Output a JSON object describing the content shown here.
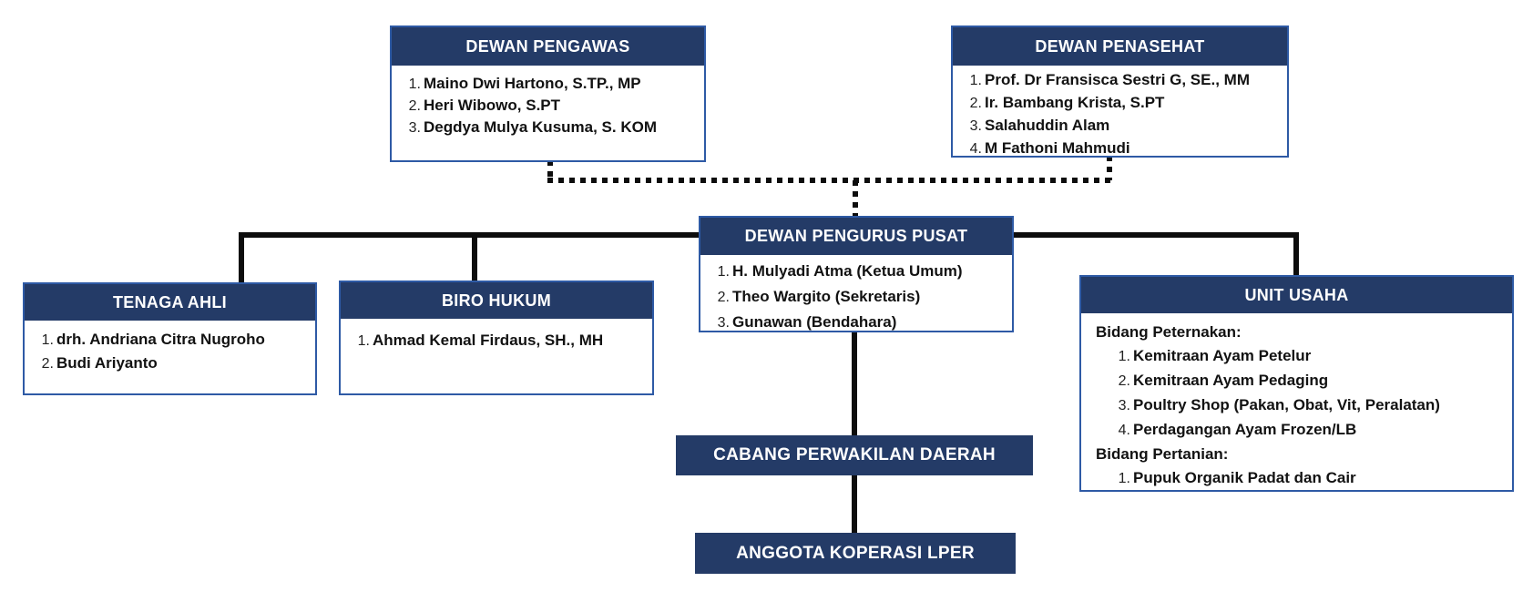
{
  "colors": {
    "header_navy": "#243B67",
    "box_border_blue": "#2E5AA5",
    "connector_black": "#0D0D0D",
    "header_text": "#FFFFFF",
    "body_text": "#121212",
    "background": "#FFFFFF"
  },
  "org": {
    "dewan_pengawas": {
      "title": "DEWAN PENGAWAS",
      "members": [
        "Maino Dwi Hartono, S.TP., MP",
        "Heri Wibowo, S.PT",
        "Degdya Mulya Kusuma, S. KOM"
      ]
    },
    "dewan_penasehat": {
      "title": "DEWAN PENASEHAT",
      "members": [
        "Prof. Dr Fransisca Sestri G, SE., MM",
        "Ir. Bambang Krista, S.PT",
        "Salahuddin Alam",
        "M Fathoni Mahmudi"
      ]
    },
    "dewan_pengurus_pusat": {
      "title": "DEWAN PENGURUS PUSAT",
      "members": [
        "H. Mulyadi Atma (Ketua Umum)",
        "Theo Wargito (Sekretaris)",
        "Gunawan (Bendahara)"
      ]
    },
    "tenaga_ahli": {
      "title": "TENAGA AHLI",
      "members": [
        "drh. Andriana Citra Nugroho",
        "Budi Ariyanto"
      ]
    },
    "biro_hukum": {
      "title": "BIRO HUKUM",
      "members": [
        "Ahmad Kemal Firdaus, SH., MH"
      ]
    },
    "unit_usaha": {
      "title": "UNIT USAHA",
      "sections": [
        {
          "heading": "Bidang Peternakan:",
          "items": [
            "Kemitraan Ayam Petelur",
            "Kemitraan Ayam Pedaging",
            "Poultry Shop (Pakan, Obat, Vit, Peralatan)",
            "Perdagangan Ayam Frozen/LB"
          ]
        },
        {
          "heading": "Bidang Pertanian:",
          "items": [
            "Pupuk Organik Padat dan Cair"
          ]
        }
      ]
    },
    "cabang_perwakilan_daerah": {
      "title": "CABANG PERWAKILAN DAERAH"
    },
    "anggota_koperasi_lper": {
      "title": "ANGGOTA KOPERASI LPER"
    }
  }
}
